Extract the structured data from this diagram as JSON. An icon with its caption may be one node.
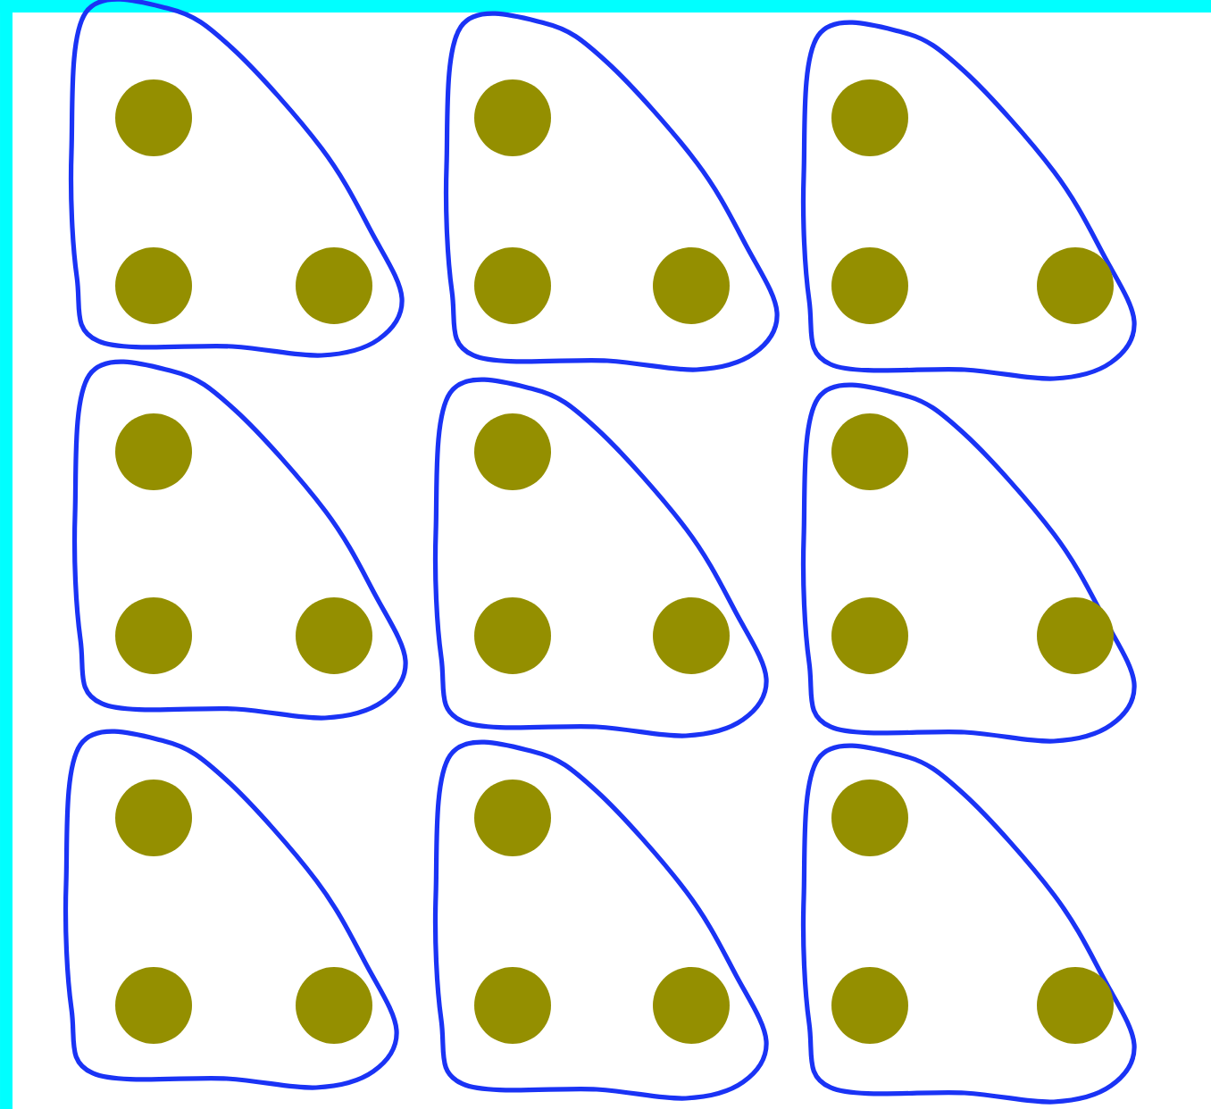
{
  "diagram": {
    "nodes": [
      {
        "text": [],
        "shape": "blob"
      },
      {
        "text": [],
        "shape": "circle",
        "in": 0
      },
      {
        "text": [],
        "shape": "circle",
        "in": 0
      },
      {
        "text": [],
        "shape": "circle",
        "in": 0
      },
      {
        "text": [],
        "shape": "blob"
      },
      {
        "text": [],
        "shape": "circle",
        "in": 4
      },
      {
        "text": [],
        "shape": "circle",
        "in": 4
      },
      {
        "text": [],
        "shape": "circle",
        "in": 4
      },
      {
        "text": [],
        "shape": "blob"
      },
      {
        "text": [],
        "shape": "circle",
        "in": 8
      },
      {
        "text": [],
        "shape": "circle",
        "in": 8
      },
      {
        "text": [],
        "shape": "circle",
        "in": 8
      },
      {
        "text": [],
        "shape": "blob"
      },
      {
        "text": [],
        "shape": "circle",
        "in": 12
      },
      {
        "text": [],
        "shape": "circle",
        "in": 12
      },
      {
        "text": [],
        "shape": "circle",
        "in": 12
      },
      {
        "text": [],
        "shape": "blob"
      },
      {
        "text": [],
        "shape": "circle",
        "in": 16
      },
      {
        "text": [],
        "shape": "circle",
        "in": 16
      },
      {
        "text": [],
        "shape": "circle",
        "in": 16
      },
      {
        "text": [],
        "shape": "blob"
      },
      {
        "text": [],
        "shape": "circle",
        "in": 20
      },
      {
        "text": [],
        "shape": "circle",
        "in": 20
      },
      {
        "text": [],
        "shape": "circle",
        "in": 20
      },
      {
        "text": [],
        "shape": "blob"
      },
      {
        "text": [],
        "shape": "circle",
        "in": 24
      },
      {
        "text": [],
        "shape": "circle",
        "in": 24
      },
      {
        "text": [],
        "shape": "circle",
        "in": 24
      },
      {
        "text": [],
        "shape": "blob"
      },
      {
        "text": [],
        "shape": "circle",
        "in": 28
      },
      {
        "text": [],
        "shape": "circle",
        "in": 28
      },
      {
        "text": [],
        "shape": "circle",
        "in": 28
      },
      {
        "text": [],
        "shape": "blob"
      },
      {
        "text": [],
        "shape": "circle",
        "in": 32
      },
      {
        "text": [],
        "shape": "circle",
        "in": 32
      },
      {
        "text": [],
        "shape": "circle",
        "in": 32
      }
    ]
  }
}
